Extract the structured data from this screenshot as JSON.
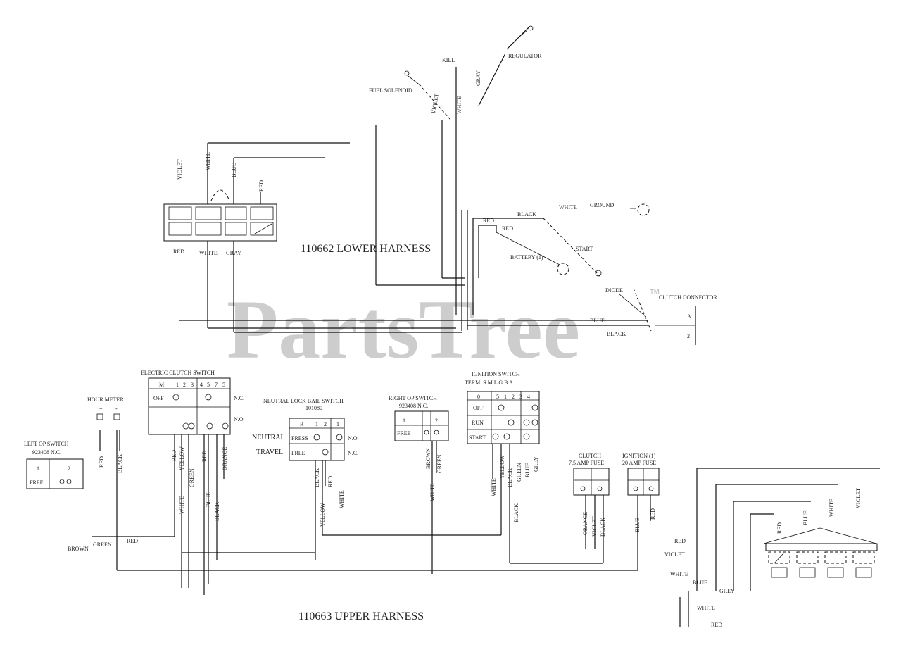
{
  "watermark": {
    "text": "PartsTree",
    "mark": "™"
  },
  "harness_titles": {
    "lower": "110662 LOWER HARNESS",
    "upper": "110663 UPPER HARNESS"
  },
  "top_components": {
    "regulator": "REGULATOR",
    "kill": "KILL",
    "fuel_solenoid": "FUEL SOLENOID",
    "wires": {
      "violet": "VIOLET",
      "white": "WHITE",
      "gray": "GRAY"
    }
  },
  "lower_connector": {
    "top_wires": {
      "violet": "VIOLET",
      "white": "WHITE",
      "blue": "BLUE",
      "red": "RED"
    },
    "bottom_wires": {
      "red": "RED",
      "white": "WHITE",
      "gray": "GRAY"
    }
  },
  "starter_area": {
    "white": "WHITE",
    "ground": "GROUND",
    "black": "BLACK",
    "red1": "RED",
    "red2": "RED",
    "start": "START",
    "battery": "BATTERY (1)",
    "diode": "DIODE",
    "clutch_connector": "CLUTCH CONNECTOR",
    "pin_a": "A",
    "pin_2": "2",
    "blue": "BLUE",
    "black2": "BLACK"
  },
  "electric_clutch_switch": {
    "title": "ELECTRIC CLUTCH SWITCH",
    "header": [
      "M",
      "1",
      "2",
      "3",
      "4",
      "5",
      "7",
      "5"
    ],
    "row_off": "OFF",
    "nc": "N.C.",
    "no": "N.O.",
    "wires": {
      "red": "RED",
      "yellow": "YELLOW",
      "green": "GREEN",
      "red2": "RED",
      "orange": "ORANGE",
      "white": "WHITE",
      "blue": "BLUE",
      "black": "BLACK"
    }
  },
  "hour_meter": {
    "title": "HOUR METER",
    "plus": "+",
    "minus": "-",
    "red": "RED",
    "black": "BLACK"
  },
  "left_op_switch": {
    "title": "LEFT OP SWITCH",
    "part": "923408 N.C.",
    "pin1": "1",
    "pin2": "2",
    "free": "FREE"
  },
  "neutral_lock": {
    "title": "NEUTRAL LOCK BAIL SWITCH",
    "part": "101080",
    "header": [
      "R",
      "1",
      "2",
      "1"
    ],
    "neutral": "NEUTRAL",
    "travel": "TRAVEL",
    "row1": "PRESS",
    "row2": "FREE",
    "n_o": "N.O.",
    "n_c": "N.C.",
    "wires": {
      "black": "BLACK",
      "red": "RED",
      "yellow": "YELLOW",
      "white": "WHITE"
    }
  },
  "right_op_switch": {
    "title": "RIGHT OP SWITCH",
    "part": "923408 N.C.",
    "pin1": "1",
    "pin2": "2",
    "free": "FREE",
    "wires": {
      "brown": "BROWN",
      "white": "WHITE",
      "green": "GREEN"
    }
  },
  "ignition_switch": {
    "title": "IGNITION SWITCH",
    "header_text": "TERM. S M L G B A",
    "header": [
      "0",
      "5",
      "1",
      "2",
      "3",
      "4"
    ],
    "rows": [
      "OFF",
      "RUN",
      "START"
    ],
    "wires": {
      "white": "WHITE",
      "yellow": "YELLOW",
      "black": "BLACK",
      "green": "GREEN",
      "blue": "BLUE",
      "grey": "GREY",
      "black2": "BLACK"
    }
  },
  "fuses": {
    "clutch": {
      "title": "CLUTCH",
      "rating": "7.5 AMP FUSE",
      "wires": {
        "orange": "ORANGE",
        "violet": "VIOLET",
        "black": "BLACK"
      }
    },
    "ignition": {
      "title": "IGNITION (1)",
      "rating": "20 AMP FUSE",
      "wires": {
        "blue": "BLUE",
        "red": "RED"
      }
    }
  },
  "bottom_wires": {
    "brown": "BROWN",
    "green": "GREEN",
    "red": "RED"
  },
  "right_connector": {
    "wires_top": {
      "violet": "VIOLET",
      "white": "WHITE",
      "blue": "BLUE",
      "red": "RED"
    },
    "wires_side": {
      "red": "RED",
      "violet": "VIOLET",
      "white": "WHITE",
      "blue": "BLUE",
      "grey": "GREY",
      "white2": "WHITE",
      "red2": "RED"
    }
  }
}
